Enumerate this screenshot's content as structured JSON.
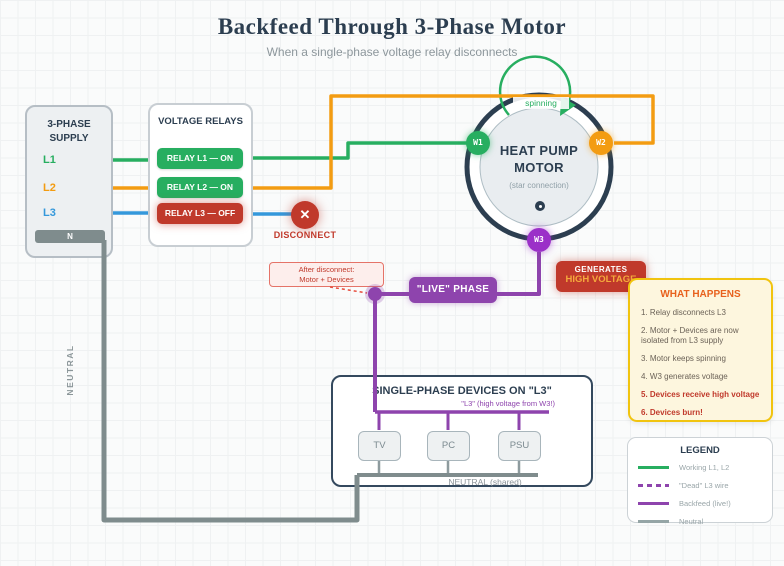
{
  "title": "Backfeed Through 3-Phase Motor",
  "subtitle": "When a single-phase voltage relay disconnects",
  "supply": {
    "title": "3-PHASE SUPPLY",
    "phases": [
      {
        "label": "L1",
        "color": "#27ae60"
      },
      {
        "label": "L2",
        "color": "#f39c12"
      },
      {
        "label": "L3",
        "color": "#3498db"
      }
    ],
    "neutral_label": "N"
  },
  "relays": {
    "title": "VOLTAGE RELAYS",
    "items": [
      {
        "label": "RELAY L1 — ON",
        "state": "on"
      },
      {
        "label": "RELAY L2 — ON",
        "state": "on"
      },
      {
        "label": "RELAY L3 — OFF",
        "state": "off"
      }
    ]
  },
  "motor": {
    "title_line1": "HEAT PUMP",
    "title_line2": "MOTOR",
    "subtitle": "(star connection)",
    "spin_label": "spinning",
    "terminals": [
      {
        "label": "W1",
        "color": "#27ae60"
      },
      {
        "label": "W2",
        "color": "#f39c12"
      },
      {
        "label": "W3",
        "color": "#9b30c8"
      }
    ]
  },
  "disconnect": {
    "label": "DISCONNECT",
    "icon": "✕"
  },
  "note": {
    "line1": "After disconnect:",
    "line2": "Motor + Devices"
  },
  "live_phase": {
    "label": "\"LIVE\" PHASE"
  },
  "generates": {
    "line1": "GENERATES",
    "line2": "HIGH VOLTAGE"
  },
  "what_happens": {
    "title": "WHAT HAPPENS",
    "items": [
      {
        "text": "1. Relay disconnects L3",
        "danger": false
      },
      {
        "text": "2. Motor + Devices are now isolated from L3 supply",
        "danger": false
      },
      {
        "text": "3. Motor keeps spinning",
        "danger": false
      },
      {
        "text": "4. W3 generates voltage",
        "danger": false
      },
      {
        "text": "5. Devices receive high voltage",
        "danger": true
      },
      {
        "text": "6. Devices burn!",
        "danger": true
      }
    ]
  },
  "devices_box": {
    "title": "SINGLE-PHASE DEVICES ON \"L3\"",
    "bus_label": "\"L3\" (high voltage from W3!)",
    "devices": [
      "TV",
      "PC",
      "PSU"
    ],
    "neutral_label": "NEUTRAL (shared)"
  },
  "neutral_vertical_label": "NEUTRAL",
  "legend": {
    "title": "LEGEND",
    "items": [
      {
        "label": "Working L1, L2",
        "style": "solid",
        "color": "#27ae60"
      },
      {
        "label": "\"Dead\" L3 wire",
        "style": "dashed",
        "color": "#8e44ad"
      },
      {
        "label": "Backfeed (live!)",
        "style": "solid",
        "color": "#8e44ad"
      },
      {
        "label": "Neutral",
        "style": "solid",
        "color": "#95a5a6"
      }
    ]
  },
  "colors": {
    "green": "#27ae60",
    "orange": "#f39c12",
    "blue": "#3498db",
    "red": "#c0392b",
    "purple": "#8e44ad",
    "navy": "#2c3e50",
    "neutral_gray": "#7f8c8d",
    "gold": "#f1c40f"
  }
}
